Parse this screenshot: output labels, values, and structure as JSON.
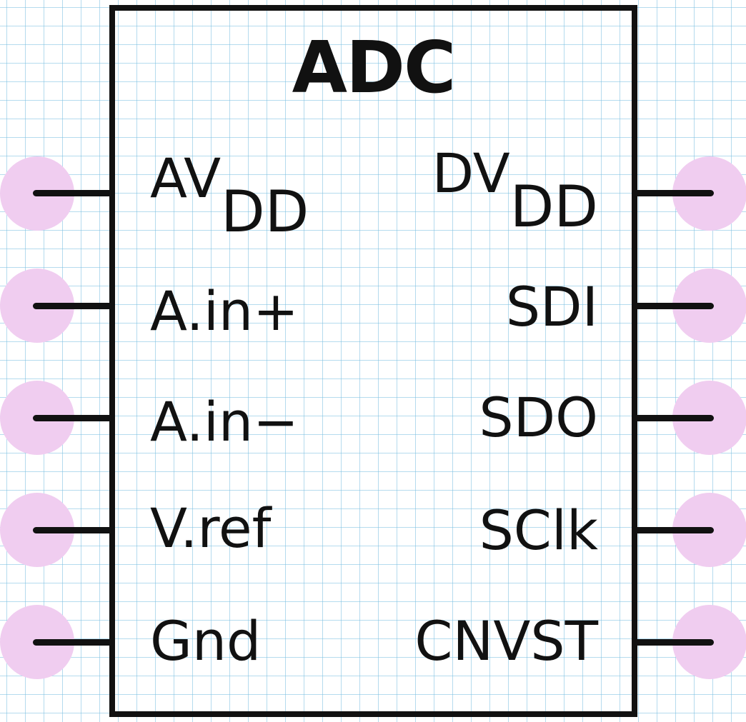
{
  "component": {
    "title": "ADC"
  },
  "left_pins": [
    {
      "label": "AV",
      "subscript": "DD"
    },
    {
      "label": "A.in+"
    },
    {
      "label": "A.in−"
    },
    {
      "label": "V.ref"
    },
    {
      "label": "Gnd"
    }
  ],
  "right_pins": [
    {
      "label": "DV",
      "subscript": "DD"
    },
    {
      "label": "SDI"
    },
    {
      "label": "SDO"
    },
    {
      "label": "SClk"
    },
    {
      "label": "CNVST"
    }
  ],
  "colors": {
    "outline": "#111111",
    "pad": "#f0cdf0",
    "grid": "#78bee1",
    "background": "#ffffff"
  }
}
